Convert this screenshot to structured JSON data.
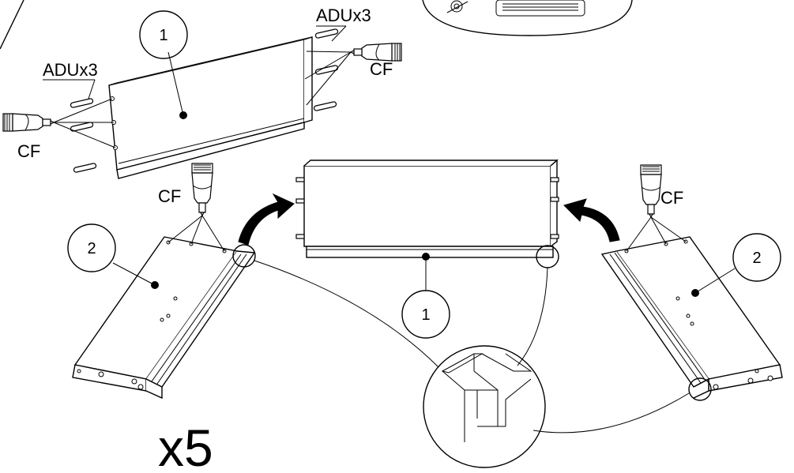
{
  "labels": {
    "adu_top": "ADUx3",
    "adu_left": "ADUx3",
    "cf_top_right": "CF",
    "cf_left": "CF",
    "cf_mid_left": "CF",
    "cf_mid_right": "CF",
    "part1_top": "1",
    "part1_center": "1",
    "part2_left": "2",
    "part2_right": "2",
    "quantity": "x5"
  },
  "icons": [
    "glue-tube-icon",
    "dowel-icon",
    "curved-arrow-icon",
    "screw-icon"
  ]
}
